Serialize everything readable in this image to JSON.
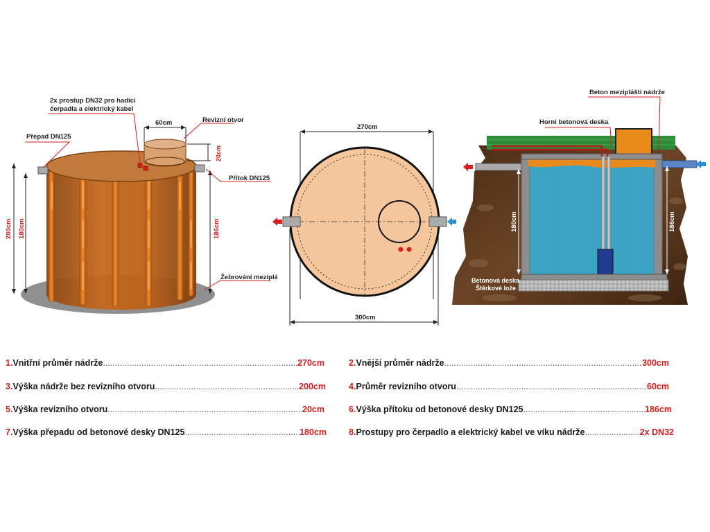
{
  "tank_view": {
    "label_pipes": "2x prostup DN32 pro hadici",
    "label_pipes2": "čerpadla a elektrický kabel",
    "label_60": "60cm",
    "label_revision": "Revizní otvor",
    "label_20": "20cm",
    "label_overflow": "Přepad DN125",
    "label_inflow": "Přítok DN125",
    "label_200": "200cm",
    "label_180": "180cm",
    "label_186": "186cm",
    "label_ribs": "Žebrování meziplášťě"
  },
  "top_view": {
    "label_270": "270cm",
    "label_300": "300cm"
  },
  "section_view": {
    "label_concrete_mantle": "Beton meziplášti nádrže",
    "label_top_slab": "Horní betonová deska",
    "label_180": "180cm",
    "label_186": "186cm",
    "label_bottom_slab": "Betonová deska",
    "label_gravel": "Štěrkové lože"
  },
  "specs": [
    {
      "num": "1.",
      "text": "Vnitřní průměr nádrže",
      "value": "270cm"
    },
    {
      "num": "2.",
      "text": "Vnější průměr nádrže",
      "value": "300cm"
    },
    {
      "num": "3.",
      "text": "Výška nádrže bez revizního otvoru",
      "value": "200cm"
    },
    {
      "num": "4.",
      "text": " Průměr revizního otvoru",
      "value": "60cm"
    },
    {
      "num": "5.",
      "text": "Výška revizního otvoru",
      "value": "20cm"
    },
    {
      "num": "6.",
      "text": " Výška přítoku od betonové desky DN125",
      "value": "186cm"
    },
    {
      "num": "7.",
      "text": "Výška přepadu od betonové desky DN125",
      "value": "180cm"
    },
    {
      "num": "8.",
      "text": " Prostupy pro čerpadlo a elektrický kabel ve víku nádrže",
      "value": "2x DN32"
    }
  ],
  "colors": {
    "tank_body": "#c4691d",
    "tank_rib": "#d9762a",
    "top_view_fill": "#f5c69c",
    "water": "#3ea7c8",
    "soil": "#5a3a22",
    "grass": "#2e8b3a",
    "accent_red": "#d81b1b",
    "inflow_blue": "#2b8fd6"
  }
}
